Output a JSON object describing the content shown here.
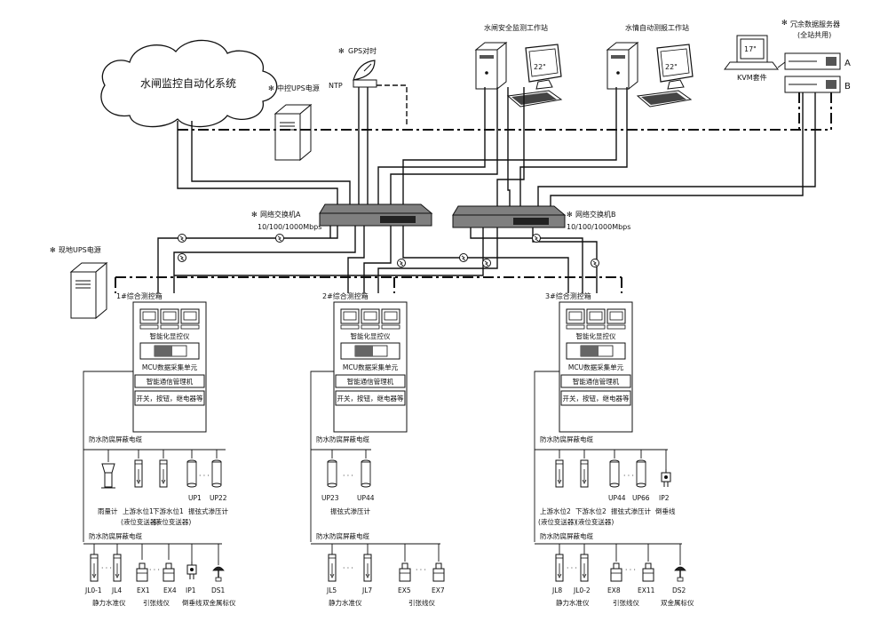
{
  "labels": {
    "cloud": "水闸监控自动化系统",
    "gps": "GPS对时",
    "ntp": "NTP",
    "central_ups": "中控UPS电源",
    "safety_ws": "水闸安全监测工作站",
    "hydro_ws": "水情自动测报工作站",
    "monitor_size": "22\"",
    "server_title": "冗余数据服务器",
    "server_sub": "(全站共用)",
    "kvm_size": "17\"",
    "kvm": "KVM套件",
    "server_a": "A",
    "server_b": "B",
    "switch_a": "网络交换机A",
    "switch_b": "网络交换机B",
    "switch_speed": "10/100/1000Mbps",
    "field_ups": "现地UPS电源",
    "star": "✻"
  },
  "cabinets": [
    {
      "title": "1#综合测控箱",
      "row1": "智能化显控仪",
      "row2": "MCU数据采集单元",
      "row3": "智能通信管理机",
      "row4": "开关，按钮，继电器等"
    },
    {
      "title": "2#综合测控箱",
      "row1": "智能化显控仪",
      "row2": "MCU数据采集单元",
      "row3": "智能通信管理机",
      "row4": "开关，按钮，继电器等"
    },
    {
      "title": "3#综合测控箱",
      "row1": "智能化显控仪",
      "row2": "MCU数据采集单元",
      "row3": "智能通信管理机",
      "row4": "开关，按钮，继电器等"
    }
  ],
  "cable": "防水防腐屏蔽电缆",
  "group1": {
    "top_labels": [
      "UP1",
      "UP22"
    ],
    "top_desc": [
      "雨量计",
      "上游水位1",
      "下游水位1",
      "振弦式渗压计"
    ],
    "top_desc_sub": [
      "(液位变送器)",
      "(液位变送器)"
    ],
    "bottom_labels": [
      "JL0-1",
      "JL4",
      "EX1",
      "EX4",
      "IP1",
      "DS1"
    ],
    "bottom_desc": [
      "静力水准仪",
      "引张线仪",
      "倒垂线",
      "双金属标仪"
    ]
  },
  "group2": {
    "top_labels": [
      "UP23",
      "UP44"
    ],
    "top_desc": [
      "振弦式渗压计"
    ],
    "bottom_labels": [
      "JL5",
      "JL7",
      "EX5",
      "EX7"
    ],
    "bottom_desc": [
      "静力水准仪",
      "引张线仪"
    ]
  },
  "group3": {
    "top_labels": [
      "UP44",
      "UP66",
      "IP2"
    ],
    "top_desc": [
      "上游水位2",
      "下游水位2",
      "振弦式渗压计",
      "倒垂线"
    ],
    "top_desc_sub": [
      "(液位变送器)",
      "(液位变送器)"
    ],
    "bottom_labels": [
      "JL8",
      "JL0-2",
      "EX8",
      "EX11",
      "DS2"
    ],
    "bottom_desc": [
      "静力水准仪",
      "引张线仪",
      "双金属标仪"
    ]
  }
}
